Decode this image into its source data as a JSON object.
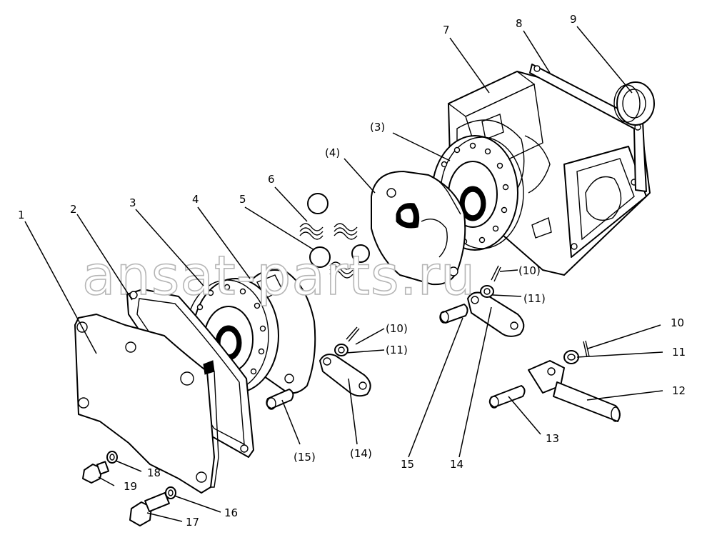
{
  "watermark": "ansat-parts.ru",
  "callouts": {
    "c1": "1",
    "c2": "2",
    "c3": "3",
    "c4": "4",
    "c5": "5",
    "c6": "6",
    "c7": "7",
    "c8": "8",
    "c9": "9",
    "c3p": "(3)",
    "c4p": "(4)",
    "c10pa": "(10)",
    "c11pa": "(11)",
    "c10pb": "(10)",
    "c11pb": "(11)",
    "c10": "10",
    "c11": "11",
    "c12": "12",
    "c13": "13",
    "c14p": "(14)",
    "c15p": "(15)",
    "c14": "14",
    "c15": "15",
    "c16": "16",
    "c17": "17",
    "c18": "18",
    "c19": "19"
  }
}
